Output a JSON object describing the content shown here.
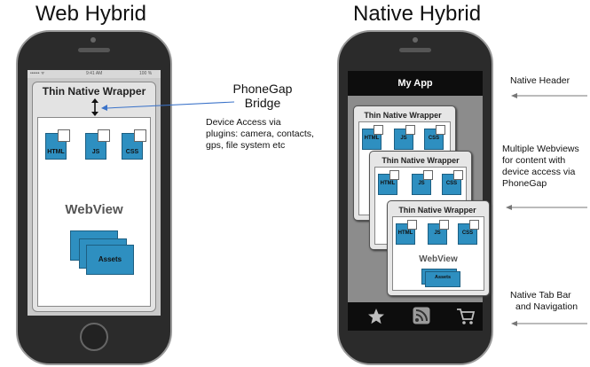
{
  "left": {
    "title": "Web Hybrid",
    "status_bar": {
      "carrier": "•••••• ᯤ",
      "time": "9:41 AM",
      "battery": "100 %"
    },
    "wrapper_title": "Thin Native Wrapper",
    "files": [
      "HTML",
      "JS",
      "CSS"
    ],
    "webview_label": "WebView",
    "assets_label": "Assets"
  },
  "bridge": {
    "title_line1": "PhoneGap",
    "title_line2": "Bridge",
    "desc_line1": "Device Access via",
    "desc_line2": "plugins: camera, contacts,",
    "desc_line3": "gps, file system etc"
  },
  "right": {
    "title": "Native Hybrid",
    "header_title": "My App",
    "cards": [
      {
        "wrapper_title": "Thin Native Wrapper",
        "files": [
          "HTML",
          "JS",
          "CSS"
        ]
      },
      {
        "wrapper_title": "Thin Native Wrapper",
        "files": [
          "HTML",
          "JS",
          "CSS"
        ]
      },
      {
        "wrapper_title": "Thin Native Wrapper",
        "files": [
          "HTML",
          "JS",
          "CSS"
        ],
        "webview_label": "WebView",
        "assets_label": "Assets"
      }
    ],
    "tab_icons": [
      "star-icon",
      "rss-icon",
      "cart-icon"
    ]
  },
  "annotations": {
    "native_header": "Native Header",
    "webviews_line1": "Multiple Webviews",
    "webviews_line2": "for content with",
    "webviews_line3": "device access via",
    "webviews_line4": "PhoneGap",
    "tabbar_line1": "Native Tab Bar",
    "tabbar_line2": "and Navigation"
  },
  "colors": {
    "doc_blue": "#2e8fc0",
    "screen_gray": "#c9c9c9",
    "wrapper_gray": "#e3e3e3",
    "arrow_blue": "#3b73c9"
  }
}
